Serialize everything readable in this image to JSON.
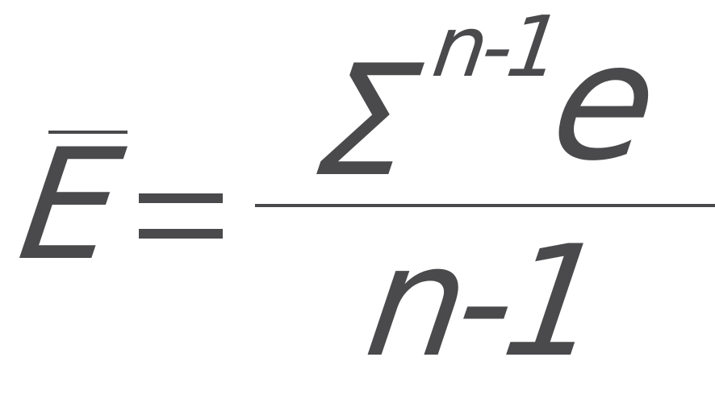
{
  "formula": {
    "lhs": "E",
    "numerator": {
      "operator": "Σ",
      "superscript": "n-1",
      "summand": "e"
    },
    "denominator": "n-1"
  },
  "colors": {
    "ink": "#4a4a4c",
    "background": "#ffffff"
  }
}
